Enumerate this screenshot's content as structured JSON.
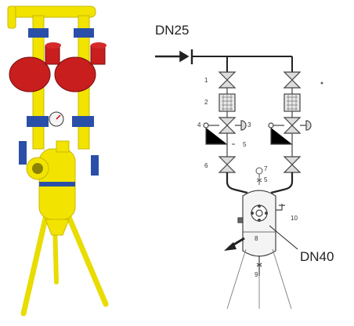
{
  "diagram": {
    "inlet_label": "DN25",
    "outlet_label": "DN40",
    "callouts": {
      "n1": "1",
      "n2": "2",
      "n3": "3",
      "n4": "4",
      "n5a": "5",
      "n5b": "5",
      "n6": "6",
      "n7": "7",
      "n8": "8",
      "n9": "9",
      "n10": "10"
    }
  },
  "photo": {
    "subject": "gas pressure regulating skid",
    "colors": {
      "frame": "#f2e400",
      "regulator": "#c81e1e",
      "flange": "#2a4fa8"
    }
  }
}
